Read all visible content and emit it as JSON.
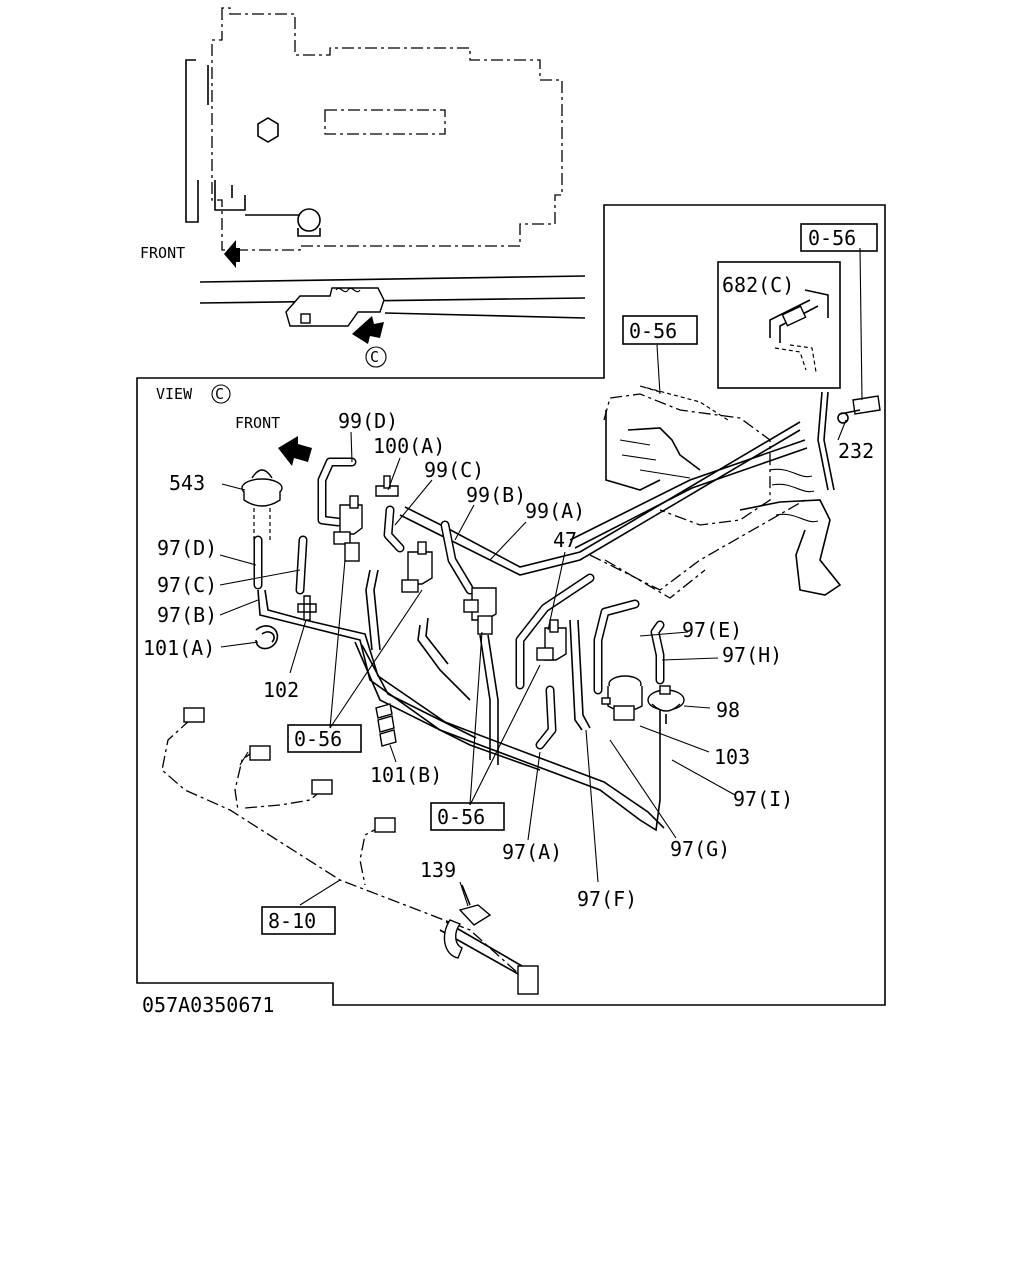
{
  "inset": {
    "front_label": "FRONT",
    "view_marker": "C"
  },
  "main_view": {
    "view_label": "VIEW",
    "view_marker": "C",
    "front_label": "FRONT"
  },
  "part_labels": {
    "p99d": "99(D)",
    "p100a": "100(A)",
    "p99c": "99(C)",
    "p99b": "99(B)",
    "p99a": "99(A)",
    "p47": "47",
    "p543": "543",
    "p97d": "97(D)",
    "p97c": "97(C)",
    "p97b": "97(B)",
    "p101a": "101(A)",
    "p102": "102",
    "p97e": "97(E)",
    "p97h": "97(H)",
    "p98": "98",
    "p103": "103",
    "p97i": "97(I)",
    "p101b": "101(B)",
    "p97a": "97(A)",
    "p97g": "97(G)",
    "p97f": "97(F)",
    "p139": "139",
    "p682c": "682(C)",
    "p232": "232"
  },
  "ref_boxes": {
    "r056_top": "0-56",
    "r056_upper": "0-56",
    "r056_left": "0-56",
    "r056_mid": "0-56",
    "r810": "8-10"
  },
  "drawing_id": "057A0350671"
}
